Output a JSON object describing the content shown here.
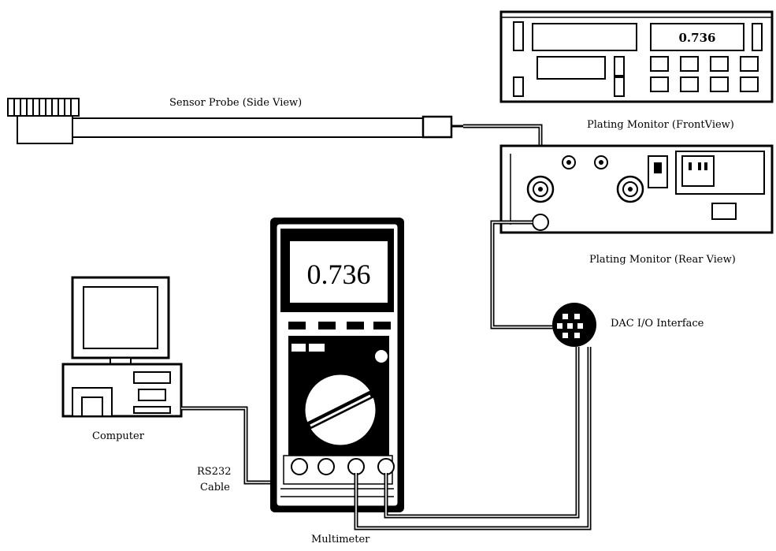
{
  "labels": {
    "sensor_probe": "Sensor Probe (Side View)",
    "front_view": "Plating Monitor (FrontView)",
    "rear_view": "Plating Monitor (Rear View)",
    "dac": "DAC I/O Interface",
    "computer": "Computer",
    "rs232_line1": "RS232",
    "rs232_line2": "Cable",
    "multimeter": "Multimeter"
  },
  "readouts": {
    "monitor_display": "0.736",
    "multimeter_display": "0.736"
  }
}
